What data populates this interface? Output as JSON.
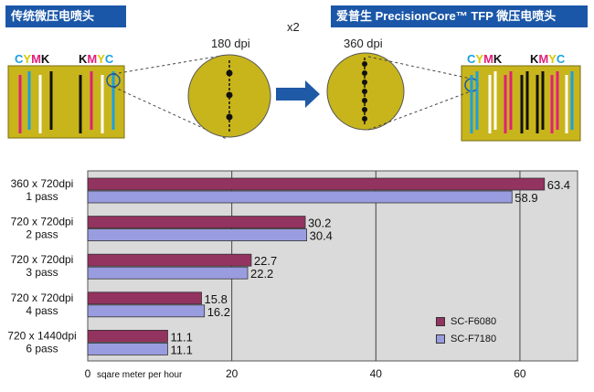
{
  "header": {
    "left_title": "传统微压电喷头",
    "right_title": "爱普生 PrecisionCore™ TFP 微压电喷头",
    "multiplier": "x2",
    "left_dpi": "180 dpi",
    "right_dpi": "360 dpi"
  },
  "color_labels": {
    "left_group_a": [
      "C",
      "Y",
      "M",
      "K"
    ],
    "left_group_b": [
      "K",
      "M",
      "Y",
      "C"
    ],
    "right_group_a": [
      "C",
      "Y",
      "M",
      "K"
    ],
    "right_group_b": [
      "K",
      "M",
      "Y",
      "C"
    ]
  },
  "colors": {
    "title_bg": "#1b57a8",
    "panel": "#c8b51c",
    "cyan": "#1aa0e0",
    "magenta": "#e0207a",
    "yellow": "#d8c800",
    "black": "#111111",
    "series_a": "#93335f",
    "series_b": "#9a9ce0"
  },
  "chart_data": {
    "type": "bar",
    "orientation": "horizontal",
    "categories": [
      [
        "360 x 720dpi",
        "1 pass"
      ],
      [
        "720 x 720dpi",
        "2 pass"
      ],
      [
        "720 x 720dpi",
        "3 pass"
      ],
      [
        "720 x 720dpi",
        "4 pass"
      ],
      [
        "720 x 1440dpi",
        "6 pass"
      ]
    ],
    "series": [
      {
        "name": "SC-F6080",
        "values": [
          63.4,
          30.2,
          22.7,
          15.8,
          11.1
        ]
      },
      {
        "name": "SC-F7180",
        "values": [
          58.9,
          30.4,
          22.2,
          16.2,
          11.1
        ]
      }
    ],
    "value_labels": [
      [
        "63.4",
        "30.2",
        "22.7",
        "15.8",
        "11.1"
      ],
      [
        "58.9",
        "30.4",
        "22.2",
        "16.2",
        "11.1"
      ]
    ],
    "xlim": [
      0,
      68
    ],
    "xticks": [
      "0",
      "20",
      "40",
      "60"
    ],
    "xlabel": "sqare meter per hour",
    "grid": true,
    "legend_position": "bottom-right"
  }
}
